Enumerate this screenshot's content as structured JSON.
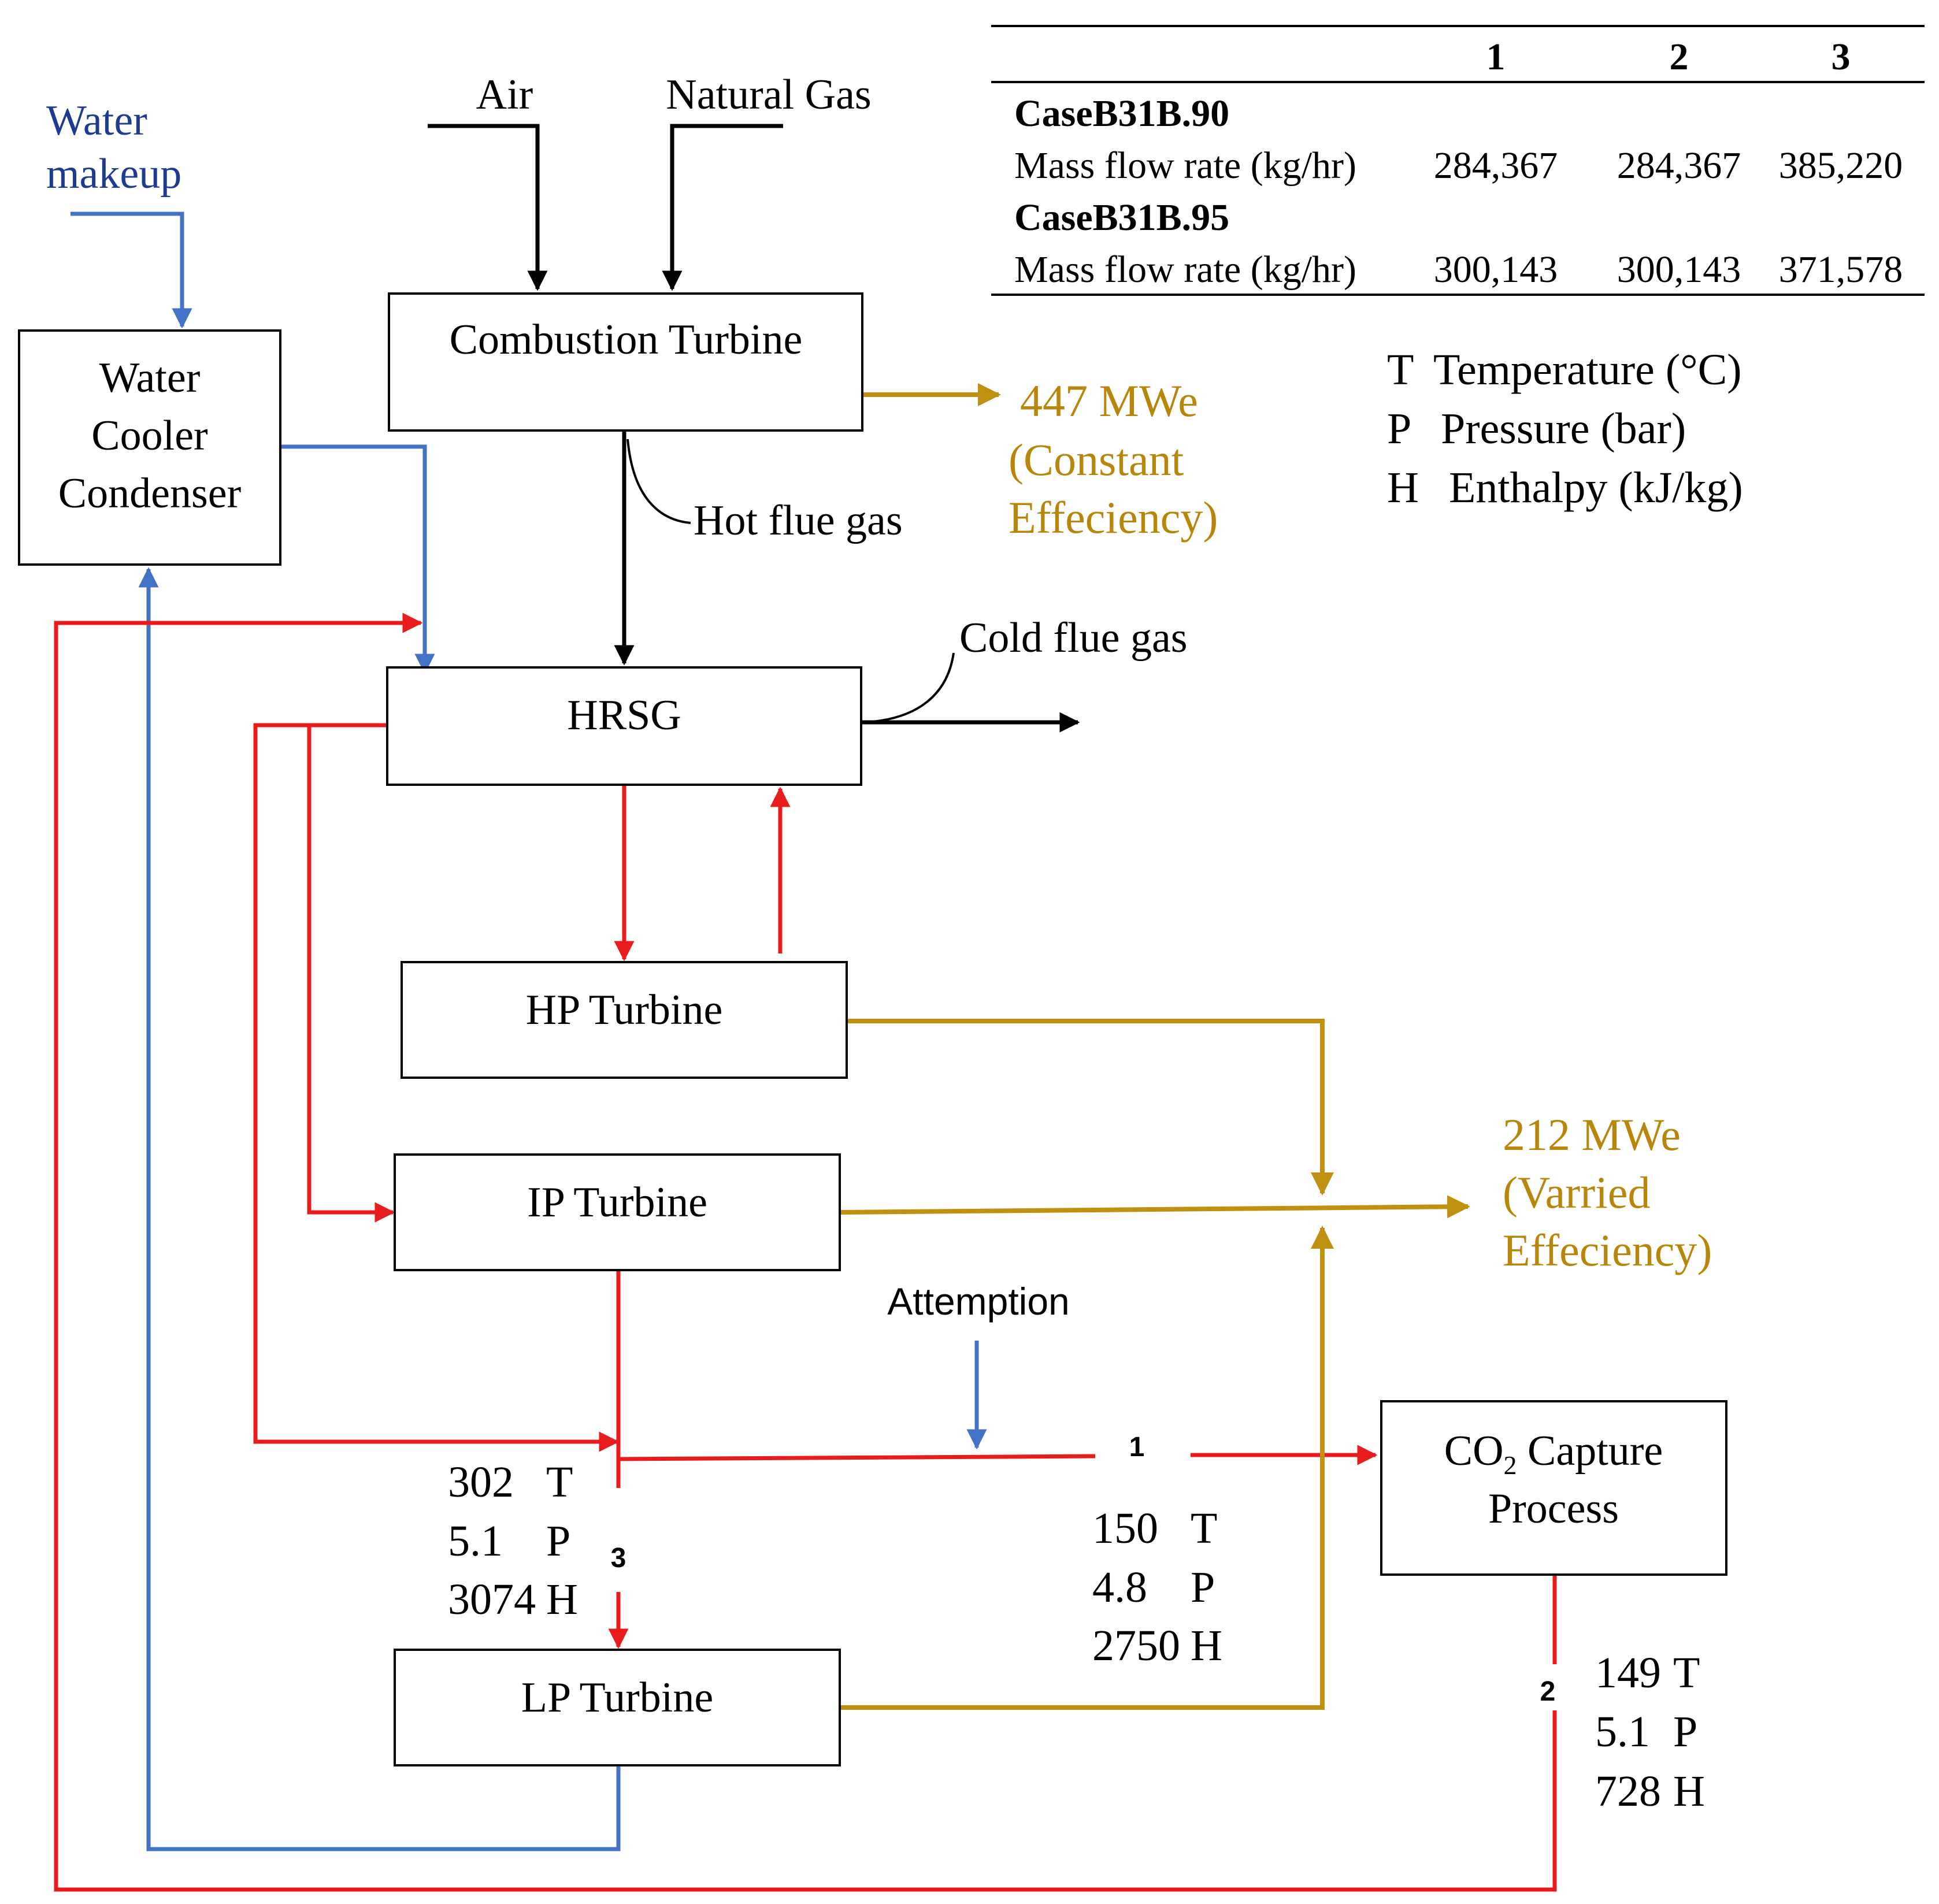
{
  "inputs": {
    "air": "Air",
    "natural_gas": "Natural Gas",
    "water_makeup_line1": "Water",
    "water_makeup_line2": "makeup"
  },
  "blocks": {
    "combustion_turbine": "Combustion Turbine",
    "water_cooler_line1": "Water",
    "water_cooler_line2": "Cooler",
    "water_cooler_line3": "Condenser",
    "hrsg": "HRSG",
    "hp_turbine": "HP Turbine",
    "ip_turbine": "IP Turbine",
    "lp_turbine": "LP Turbine",
    "co2_capture_line1_pre": "CO",
    "co2_capture_line1_sub": "2",
    "co2_capture_line1_post": " Capture",
    "co2_capture_line2": "Process"
  },
  "labels": {
    "hot_flue_gas": "Hot flue gas",
    "cold_flue_gas": "Cold flue gas",
    "attemption": "Attemption"
  },
  "outputs": {
    "ct_power": "447 MWe",
    "ct_note_line1": "(Constant",
    "ct_note_line2": "Effeciency)",
    "st_power": "212 MWe",
    "st_note_line1": "(Varried",
    "st_note_line2": "Effeciency)"
  },
  "legend": {
    "t_key": "T",
    "t_label": "Temperature (°C)",
    "p_key": "P",
    "p_label": "Pressure (bar)",
    "h_key": "H",
    "h_label": "Enthalpy (kJ/kg)"
  },
  "table": {
    "columns": [
      "1",
      "2",
      "3"
    ],
    "cases": [
      {
        "name": "CaseB31B.90",
        "row_label": "Mass flow rate (kg/hr)",
        "values": [
          "284,367",
          "284,367",
          "385,220"
        ]
      },
      {
        "name": "CaseB31B.95",
        "row_label": "Mass flow rate (kg/hr)",
        "values": [
          "300,143",
          "300,143",
          "371,578"
        ]
      }
    ]
  },
  "streams": {
    "s1": {
      "id": "1",
      "t": "150",
      "t_unit": "T",
      "p": "4.8",
      "p_unit": "P",
      "h": "2750",
      "h_unit": "H"
    },
    "s2": {
      "id": "2",
      "t": "149",
      "t_unit": "T",
      "p": "5.1",
      "p_unit": "P",
      "h": "728",
      "h_unit": "H"
    },
    "s3": {
      "id": "3",
      "t": "302",
      "t_unit": "T",
      "p": "5.1",
      "p_unit": "P",
      "h": "3074",
      "h_unit": "H"
    }
  },
  "colors": {
    "steam": "#e81c1c",
    "water": "#4472c4",
    "power": "#c09010",
    "gas": "#000000"
  }
}
